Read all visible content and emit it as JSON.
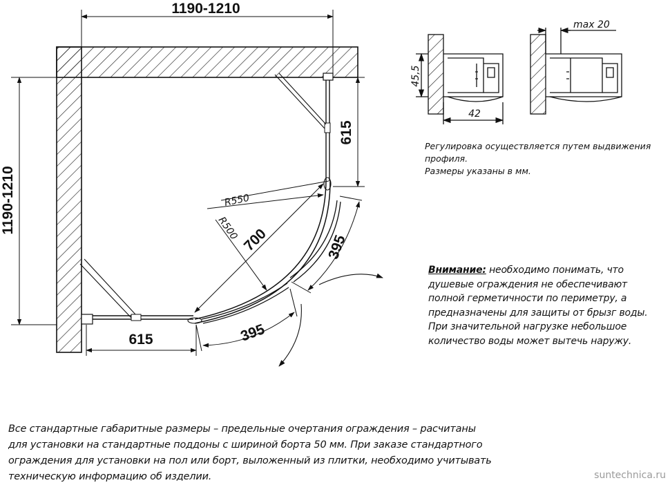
{
  "dimensions": {
    "width_range": "1190-1210",
    "height_range": "1190-1210",
    "side_panel_right": "615",
    "side_panel_bottom": "615",
    "door_right": "395",
    "door_bottom": "395",
    "diagonal": "700",
    "radius_outer": "R550",
    "radius_inner": "R500"
  },
  "profile_detail": {
    "height": "45,5",
    "width": "42",
    "max_adjust": "max 20"
  },
  "notes": {
    "adjustment_lines": [
      "Регулировка осуществляется путем выдвижения",
      "профиля.",
      "Размеры указаны в мм."
    ],
    "warning_label": "Внимание:",
    "warning_first_rest": " необходимо понимать, что",
    "warning_lines": [
      "душевые ограждения не обеспечивают",
      "полной герметичности по периметру, а",
      "предназначены для защиты от брызг воды.",
      "При значительной нагрузке небольшое",
      "количество воды может вытечь наружу."
    ],
    "footer_lines": [
      "Все стандартные габаритные размеры – предельные очертания ограждения – расчитаны",
      "для установки на стандартные поддоны с шириной борта 50 мм. При заказе стандартного",
      "ограждения для установки на пол или борт, выложенный из плитки, необходимо учитывать",
      "техническую информацию об изделии."
    ]
  },
  "watermark": "suntechnica.ru"
}
